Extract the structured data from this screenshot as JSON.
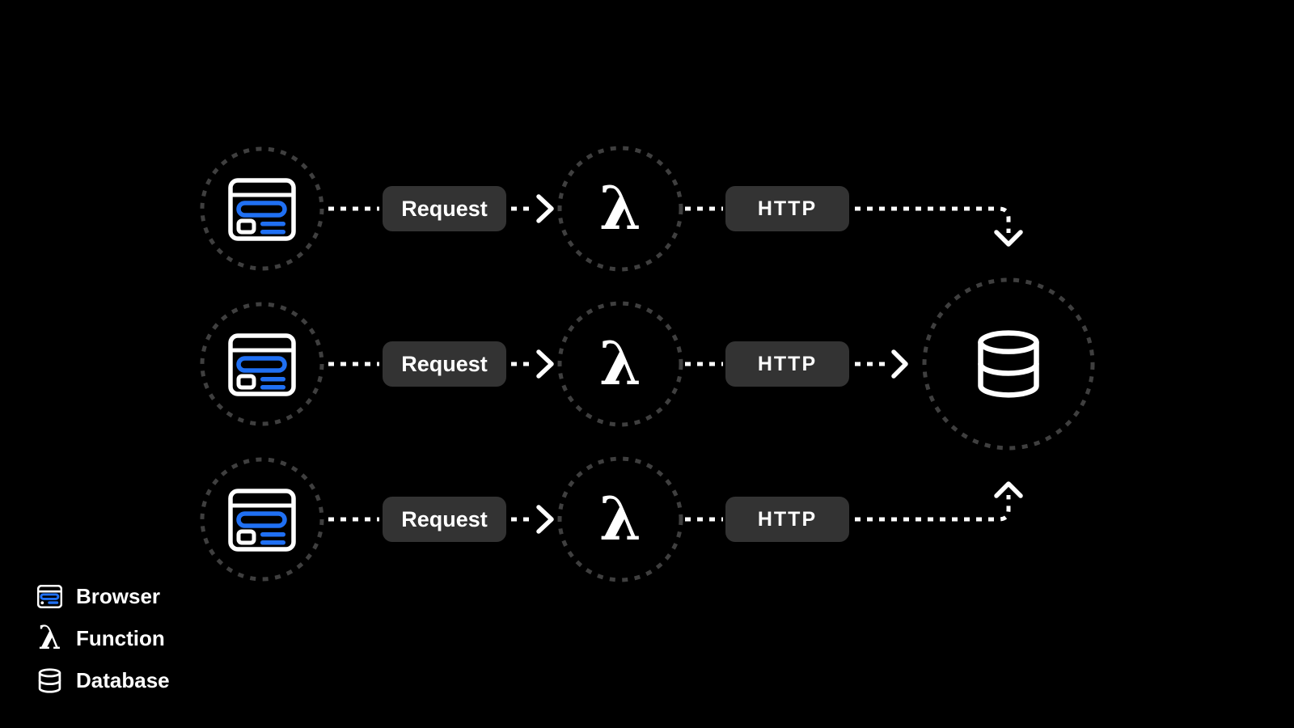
{
  "colors": {
    "background": "#000000",
    "badge_background": "#333333",
    "dashed_circle": "#3f3f3f",
    "accent_blue": "#2070f3",
    "foreground": "#ffffff"
  },
  "diagram": {
    "lambda_symbol": "λ",
    "rows": [
      {
        "request_label": "Request",
        "http_label": "HTTP"
      },
      {
        "request_label": "Request",
        "http_label": "HTTP"
      },
      {
        "request_label": "Request",
        "http_label": "HTTP"
      }
    ],
    "icons": {
      "source": "browser-window-icon",
      "processor": "lambda-icon",
      "target": "database-cylinder-icon"
    }
  },
  "legend": {
    "items": [
      {
        "label": "Browser"
      },
      {
        "label": "Function"
      },
      {
        "label": "Database"
      }
    ]
  }
}
